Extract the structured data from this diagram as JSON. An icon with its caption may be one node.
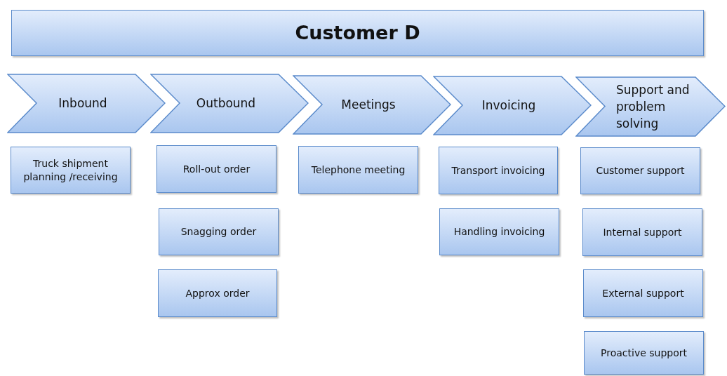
{
  "diagram": {
    "nodes": [
      {
        "text": [
          "Customer D"
        ]
      },
      {
        "text": [
          "Inbound"
        ]
      },
      {
        "text": [
          "Outbound"
        ]
      },
      {
        "text": [
          "Meetings"
        ]
      },
      {
        "text": [
          "Invoicing"
        ]
      },
      {
        "text": [
          "Support and problem solving"
        ]
      },
      {
        "text": [
          "Truck shipment planning /receiving"
        ]
      },
      {
        "text": [
          "Roll-out order"
        ]
      },
      {
        "text": [
          "Snagging order"
        ]
      },
      {
        "text": [
          "Approx order"
        ]
      },
      {
        "text": [
          "Telephone meeting"
        ]
      },
      {
        "text": [
          "Transport invoicing"
        ]
      },
      {
        "text": [
          "Handling invoicing"
        ]
      },
      {
        "text": [
          "Customer support"
        ]
      },
      {
        "text": [
          "Internal support"
        ]
      },
      {
        "text": [
          "External support"
        ]
      },
      {
        "text": [
          "Proactive support"
        ]
      }
    ],
    "edges": []
  }
}
